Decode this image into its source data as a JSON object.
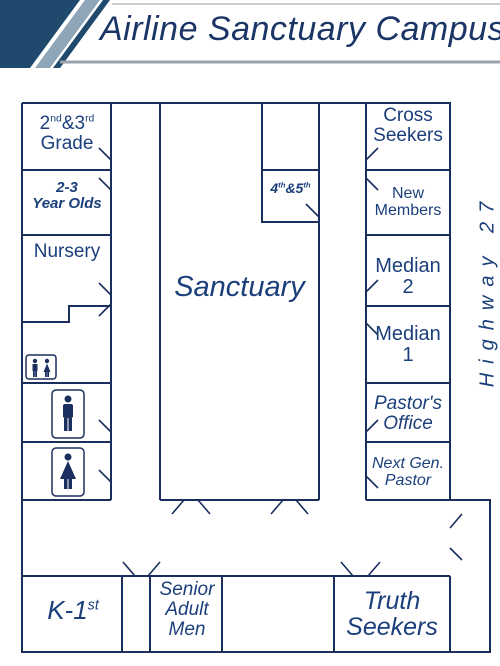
{
  "title": "Airline Sanctuary Campus",
  "colors": {
    "navy": "#1b2f5e",
    "steel": "#1f4a6e",
    "label": "#1b3f7a",
    "accent": "#9aa3ad"
  },
  "rooms": {
    "grade23": {
      "base1": "2",
      "sup1": "nd",
      "mid": "&3",
      "sup2": "rd",
      "line2": "Grade"
    },
    "year23": {
      "line1": "2-3",
      "line2": "Year Olds"
    },
    "nursery": "Nursery",
    "sanctuary": "Sanctuary",
    "grade45": {
      "base1": "4",
      "sup1": "th",
      "mid": "&5",
      "sup2": "th"
    },
    "cross_seekers": {
      "line1": "Cross",
      "line2": "Seekers"
    },
    "new_members": {
      "line1": "New",
      "line2": "Members"
    },
    "median2": {
      "line1": "Median",
      "line2": "2"
    },
    "median1": {
      "line1": "Median",
      "line2": "1"
    },
    "pastors_office": {
      "line1": "Pastor's",
      "line2": "Office"
    },
    "next_gen": {
      "line1": "Next Gen.",
      "line2": "Pastor"
    },
    "k1": {
      "base": "K-1",
      "sup": "st"
    },
    "senior_adult": {
      "line1": "Senior",
      "line2": "Adult",
      "line3": "Men"
    },
    "truth_seekers": {
      "line1": "Truth",
      "line2": "Seekers"
    }
  },
  "highway": "Highway 27",
  "icons": [
    "family-restroom-icon",
    "mens-restroom-icon",
    "womens-restroom-icon"
  ]
}
